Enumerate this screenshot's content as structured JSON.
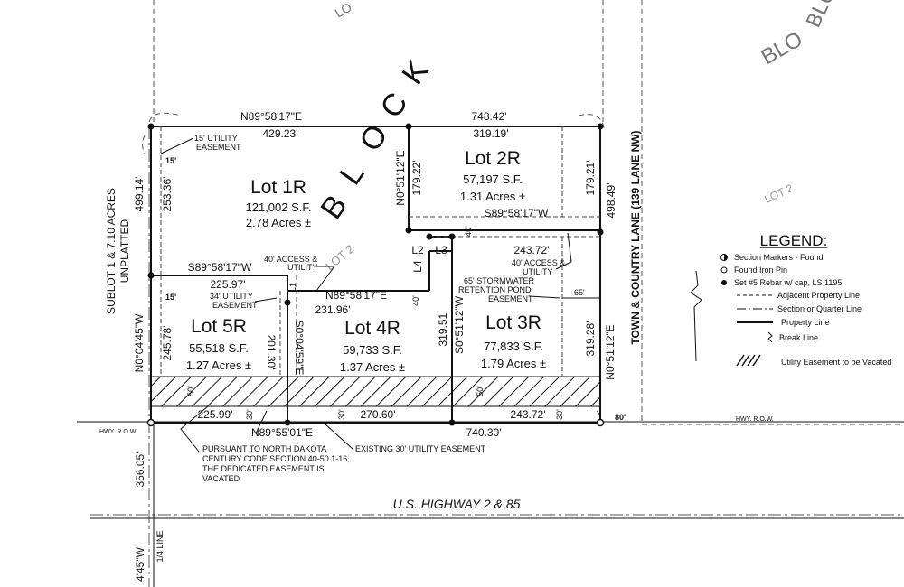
{
  "lots": [
    {
      "name": "Lot 1R",
      "sf": "121,002 S.F.",
      "acres": "2.78 Acres ±"
    },
    {
      "name": "Lot 2R",
      "sf": "57,197 S.F.",
      "acres": "1.31 Acres ±"
    },
    {
      "name": "Lot 3R",
      "sf": "77,833 S.F.",
      "acres": "1.79 Acres ±"
    },
    {
      "name": "Lot 4R",
      "sf": "59,733 S.F.",
      "acres": "1.37 Acres ±"
    },
    {
      "name": "Lot 5R",
      "sf": "55,518 S.F.",
      "acres": "1.27 Acres ±"
    }
  ],
  "block": {
    "big_letters": [
      "B",
      "L",
      "O",
      "C",
      "K"
    ],
    "top_fragment": "LO",
    "top_right_fragment": "BLOO",
    "right_block_fragment": "BLO",
    "lot2_label": "LOT 2",
    "lot2_faded": "LOT 2"
  },
  "labels": {
    "top_bearing": "N89°58'17\"E",
    "top_748": "748.42'",
    "top_429": "429.23'",
    "top_319": "319.19'",
    "left_499": "499.14'",
    "left_253": "253.36'",
    "left_245": "245.78'",
    "left_bearing": "N0°04'45\"W",
    "left_356": "356.05'",
    "left_bottom_bearing": "4'45\"W",
    "quarter_line": "1/4 LINE",
    "n0_51_12_e_a": "N0°51'12\"E",
    "d179_22": "179.22'",
    "d179_21": "179.21'",
    "d498_49": "498.49'",
    "s89_mid": "S89°58'17\"W",
    "s89_left": "S89°58'17\"W",
    "d243_72_mid": "243.72'",
    "d225_97": "225.97'",
    "n89_lower": "N89°58'17\"E",
    "d231_96": "231.96'",
    "d319_51": "319.51'",
    "s0_51_12_w": "S0°51'12\"W",
    "d319_28": "319.28'",
    "n0_51_12_e_b": "N0°51'12\"E",
    "d201_30": "201.30'",
    "s0_04_59_e": "S0°04'59\"E",
    "bot_225_99": "225.99'",
    "bot_270_60": "270.60'",
    "bot_243_72": "243.72'",
    "bot_bearing": "N89°55'01\"E",
    "bot_740": "740.30'",
    "l1": "L1",
    "l2": "L2",
    "l3": "L3",
    "l4": "L4",
    "d15_a": "15'",
    "d15_b": "15'",
    "d40_a": "40'",
    "d40_b": "40'",
    "d30_a": "30'",
    "d30_b": "30'",
    "d30_c": "30'",
    "d50_a": "50'",
    "d50_b": "50'",
    "d65": "65'",
    "d80": "80'",
    "hwy_row_left": "HWY. R.O.W.",
    "hwy_row_right": "HWY. R.O.W.",
    "highway": "U.S. HIGHWAY 2 & 85",
    "road": "TOWN & COUNTRY LANE (139 LANE NW)",
    "sublot_1": "SUBLOT 1 & 7.10 ACRES",
    "sublot_2": "UNPLATTED"
  },
  "notes": {
    "util15": [
      "15' UTILITY",
      "EASEMENT"
    ],
    "util34": [
      "34' UTILITY",
      "EASEMENT"
    ],
    "access_left": [
      "40' ACCESS &",
      "UTILITY"
    ],
    "access_right": [
      "40' ACCESS &",
      "UTILITY"
    ],
    "pond": [
      "65' STORMWATER",
      "RETENTION POND",
      "EASEMENT"
    ],
    "existing": "EXISTING 30' UTILITY EASEMENT",
    "nd_code": [
      "PURSUANT TO NORTH DAKOTA",
      "CENTURY CODE SECTION 40-50.1-16,",
      "THE DEDICATED EASEMENT IS",
      "VACATED"
    ]
  },
  "legend": {
    "title": "LEGEND:",
    "items": [
      {
        "label": "Section Markers - Found",
        "symbol": "half-filled-circle"
      },
      {
        "label": "Found Iron Pin",
        "symbol": "open-circle"
      },
      {
        "label": "Set #5 Rebar w/ cap, LS 1195",
        "symbol": "filled-dot"
      },
      {
        "label": "Adjacent Property Line",
        "symbol": "dashed-line"
      },
      {
        "label": "Section or Quarter Line",
        "symbol": "dash-dot-line"
      },
      {
        "label": "Property Line",
        "symbol": "solid-line"
      },
      {
        "label": "Break Line",
        "symbol": "break-line"
      },
      {
        "label": "Utility Easement to be Vacated",
        "symbol": "hatch"
      }
    ]
  }
}
